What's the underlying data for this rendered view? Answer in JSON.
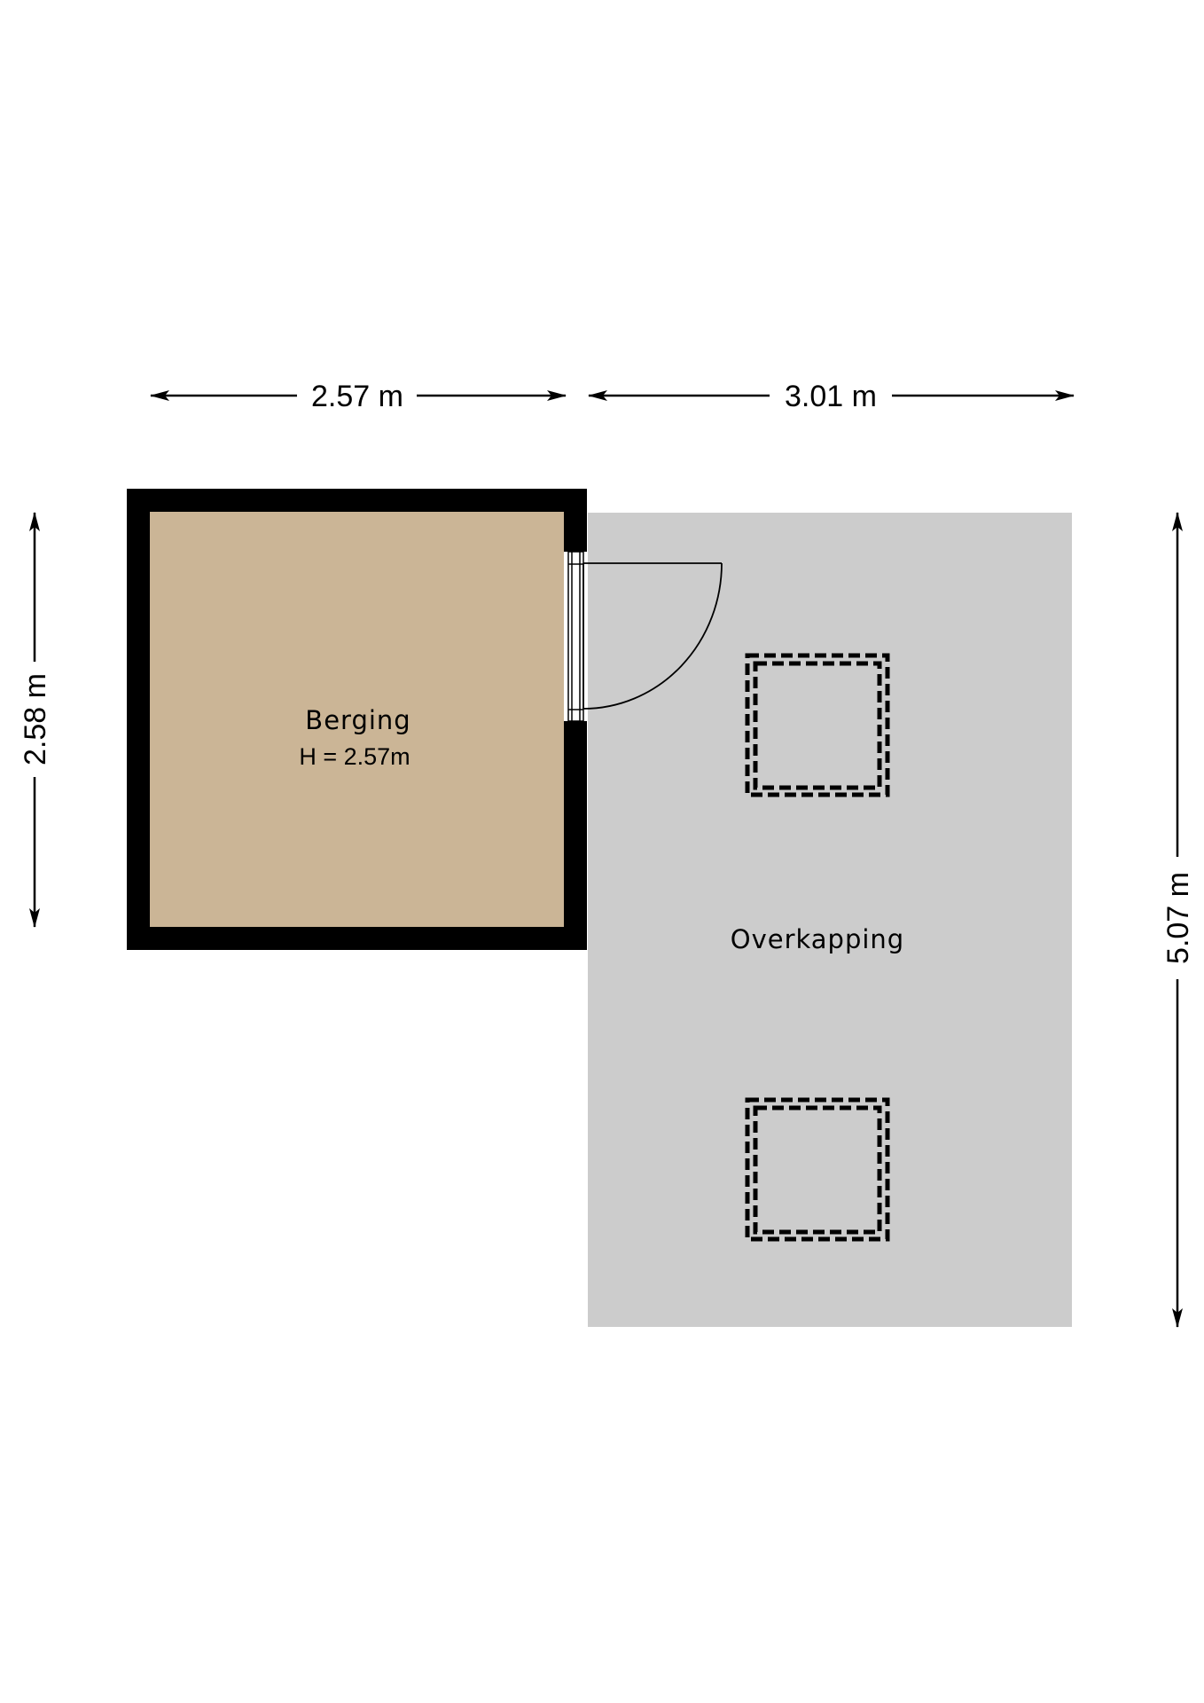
{
  "dimensions": {
    "top_left": "2.57 m",
    "top_right": "3.01 m",
    "left": "2.58 m",
    "right": "5.07 m"
  },
  "rooms": {
    "storage": {
      "name": "Berging",
      "height_label": "H = 2.57m",
      "floor_color": "#cbb596"
    },
    "canopy": {
      "name": "Overkapping",
      "floor_color": "#cccccc"
    }
  },
  "colors": {
    "wall": "#000000",
    "background": "#ffffff"
  }
}
